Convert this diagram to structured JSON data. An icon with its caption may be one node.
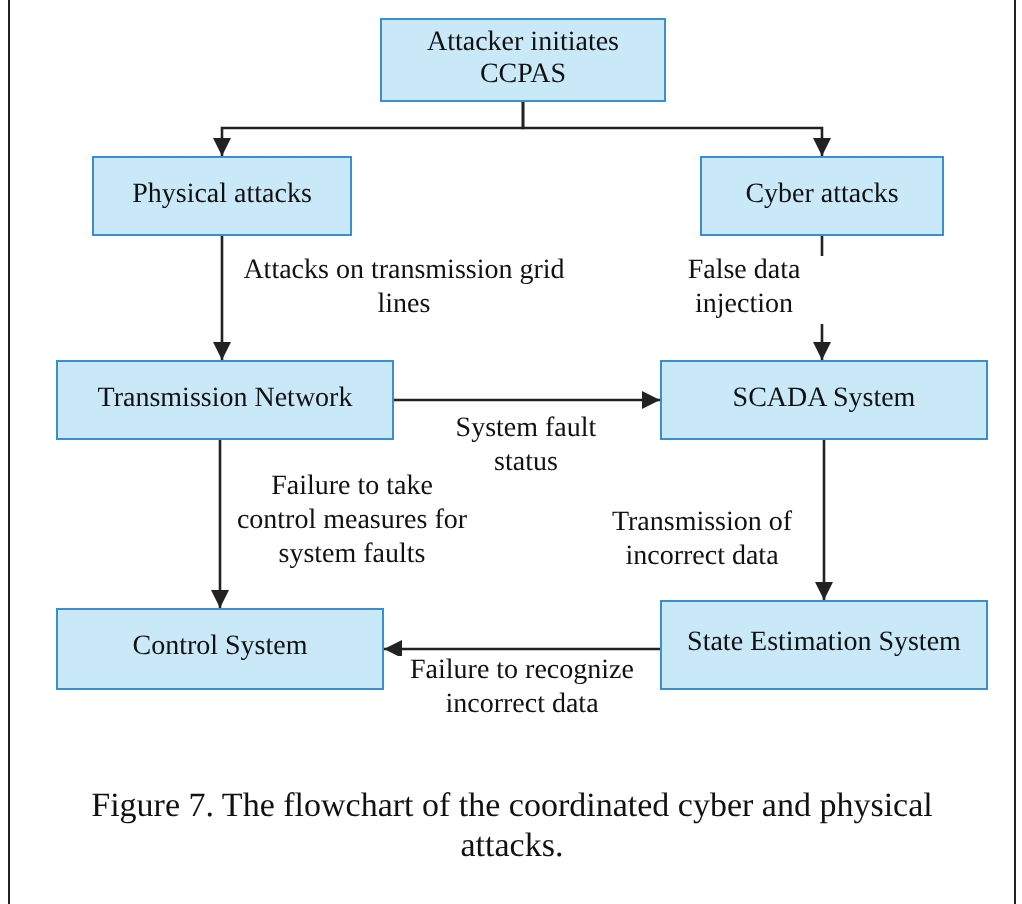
{
  "diagram": {
    "caption": "Figure 7. The flowchart of the coordinated cyber and physical attacks.",
    "nodes": [
      {
        "text": [
          "Attacker initiates CCPAS"
        ]
      },
      {
        "text": [
          "Physical attacks"
        ]
      },
      {
        "text": [
          "Cyber attacks"
        ]
      },
      {
        "text": [
          "Transmission Network"
        ]
      },
      {
        "text": [
          "SCADA System"
        ]
      },
      {
        "text": [
          "Control System"
        ]
      },
      {
        "text": [
          "State Estimation System"
        ]
      }
    ],
    "edges": [
      {
        "from": 0,
        "to": 1,
        "arrow": "to"
      },
      {
        "from": 0,
        "to": 2,
        "arrow": "to"
      },
      {
        "from": 1,
        "to": 3,
        "arrow": "to",
        "label": "Attacks on transmission grid lines"
      },
      {
        "from": 2,
        "to": 4,
        "arrow": "to",
        "label": "False data injection"
      },
      {
        "from": 3,
        "to": 4,
        "arrow": "to",
        "label": "System fault status"
      },
      {
        "from": 4,
        "to": 6,
        "arrow": "to",
        "label": "Transmission of incorrect data"
      },
      {
        "from": 3,
        "to": 5,
        "arrow": "to",
        "label": "Failure to take control measures for system faults"
      },
      {
        "from": 6,
        "to": 5,
        "arrow": "to",
        "label": "Failure to recognize incorrect data"
      }
    ]
  }
}
